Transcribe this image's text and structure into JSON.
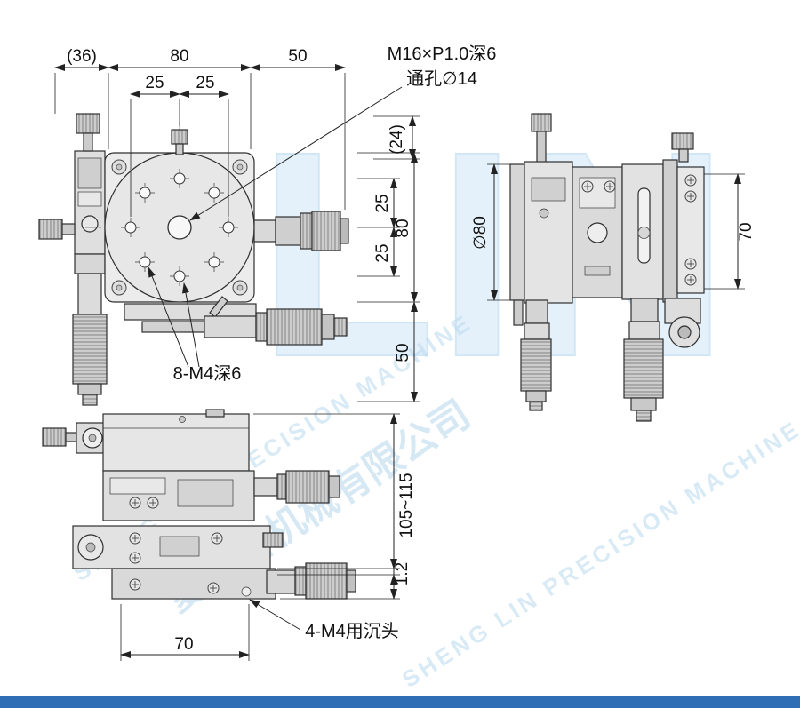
{
  "dims": {
    "top_36": "(36)",
    "top_80": "80",
    "top_50": "50",
    "mid_25_left": "25",
    "mid_25_right": "25",
    "right_24": "(24)",
    "right_25_upper": "25",
    "right_25_lower": "25",
    "right_80": "80",
    "right_50": "50",
    "side_dia80": "∅80",
    "side_70": "70",
    "height_range": "105~115",
    "base_step": "1.2",
    "bottom_70": "70"
  },
  "callouts": {
    "center_thread": "M16×P1.0深6",
    "center_through_hole": "通孔∅14",
    "ring_holes": "8-M4深6",
    "base_holes": "4-M4用沉头"
  },
  "watermark": {
    "big": "LIN",
    "cn": "菱精密机械有限公司",
    "en": "SHENG LIN PRECISION MACHINE"
  },
  "colors": {
    "footer_bar": "#2f6eb5"
  }
}
